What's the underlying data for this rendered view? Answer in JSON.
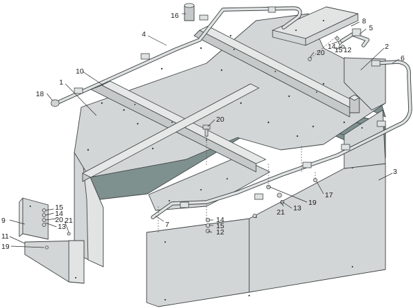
{
  "callouts": {
    "c1": "1",
    "c2": "2",
    "c3": "3",
    "c4": "4",
    "c5": "5",
    "c6": "6",
    "c7": "7",
    "c8": "8",
    "c9": "9",
    "c10": "10",
    "c11": "11",
    "c12a": "12",
    "c12b": "12",
    "c13a": "13",
    "c13b": "13",
    "c14a": "14",
    "c14b": "14",
    "c14c": "14",
    "c15a": "15",
    "c15b": "15",
    "c15c": "15",
    "c16": "16",
    "c17": "17",
    "c18": "18",
    "c19a": "19",
    "c19b": "19",
    "c20a": "20",
    "c20b": "20",
    "c20c": "20",
    "c21a": "21",
    "c21b": "21"
  },
  "colors": {
    "panel": "#d3d6d6",
    "panel_shadow": "#7f918f",
    "outline": "#3d4242",
    "background": "#ffffff"
  }
}
